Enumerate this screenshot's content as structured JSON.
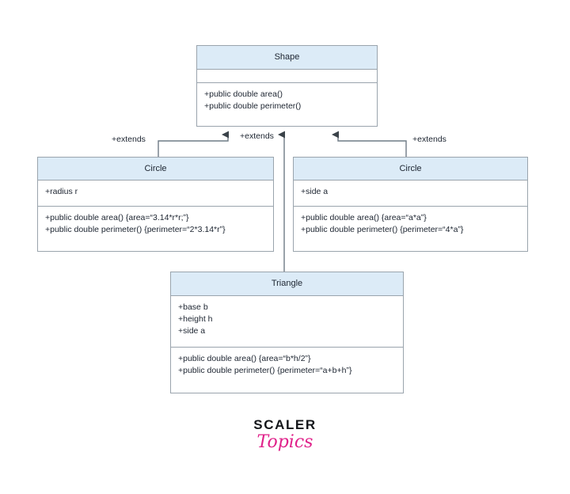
{
  "diagram": {
    "type": "uml-class-diagram",
    "background_color": "#ffffff",
    "header_fill_color": "#dcebf7",
    "border_color": "#9aa4ad",
    "connector_color": "#6f7b85",
    "classes": [
      {
        "id": "shape",
        "name": "Shape",
        "attributes": [],
        "methods": [
          "+public double area()",
          "+public double perimeter()"
        ]
      },
      {
        "id": "circle-left",
        "name": "Circle",
        "attributes": [
          "+radius r"
        ],
        "methods": [
          "+public double area() {area=“3.14*r*r;”}",
          "+public double perimeter() {perimeter=“2*3.14*r”}"
        ]
      },
      {
        "id": "circle-right",
        "name": "Circle",
        "attributes": [
          "+side a"
        ],
        "methods": [
          "+public double area() {area=“a*a”}",
          "+public double perimeter() {perimeter=“4*a”}"
        ]
      },
      {
        "id": "triangle",
        "name": "Triangle",
        "attributes": [
          "+base b",
          "+height h",
          "+side a"
        ],
        "methods": [
          "+public double area() {area=“b*h/2”}",
          "+public double perimeter() {perimeter=“a+b+h”}"
        ]
      }
    ],
    "relationships": [
      {
        "id": "rel-circle-left",
        "from": "circle-left",
        "to": "shape",
        "label": "+extends"
      },
      {
        "id": "rel-triangle",
        "from": "triangle",
        "to": "shape",
        "label": "+extends"
      },
      {
        "id": "rel-circle-right",
        "from": "circle-right",
        "to": "shape",
        "label": "+extends"
      }
    ]
  },
  "brand": {
    "name_top": "SCALER",
    "name_bottom": "Topics",
    "accent_color": "#e0218a"
  }
}
